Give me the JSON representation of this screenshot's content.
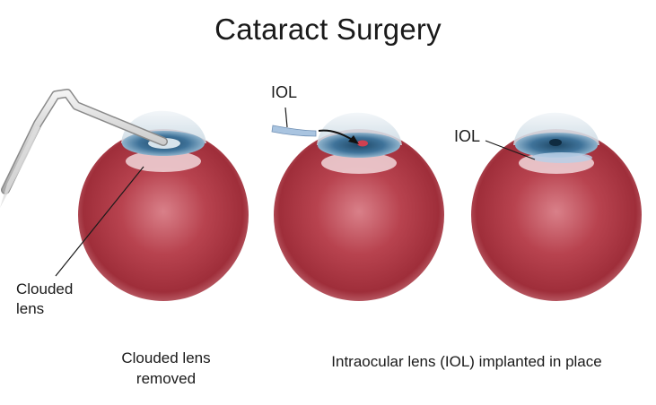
{
  "title": "Cataract Surgery",
  "labels": {
    "clouded_lens": [
      "Clouded",
      "lens"
    ],
    "iol_insert": "IOL",
    "iol_implanted": "IOL"
  },
  "captions": {
    "removed": [
      "Clouded lens",
      "removed"
    ],
    "implanted": "Intraocular lens (IOL) implanted in place"
  },
  "colors": {
    "eyeball": "#a8333f",
    "eyeball_highlight": "#d6707a",
    "cornea": "#dbe7ee",
    "iris": "#3f6f8f",
    "pupil": "#d04050",
    "instrument": "#cfcfcf"
  }
}
